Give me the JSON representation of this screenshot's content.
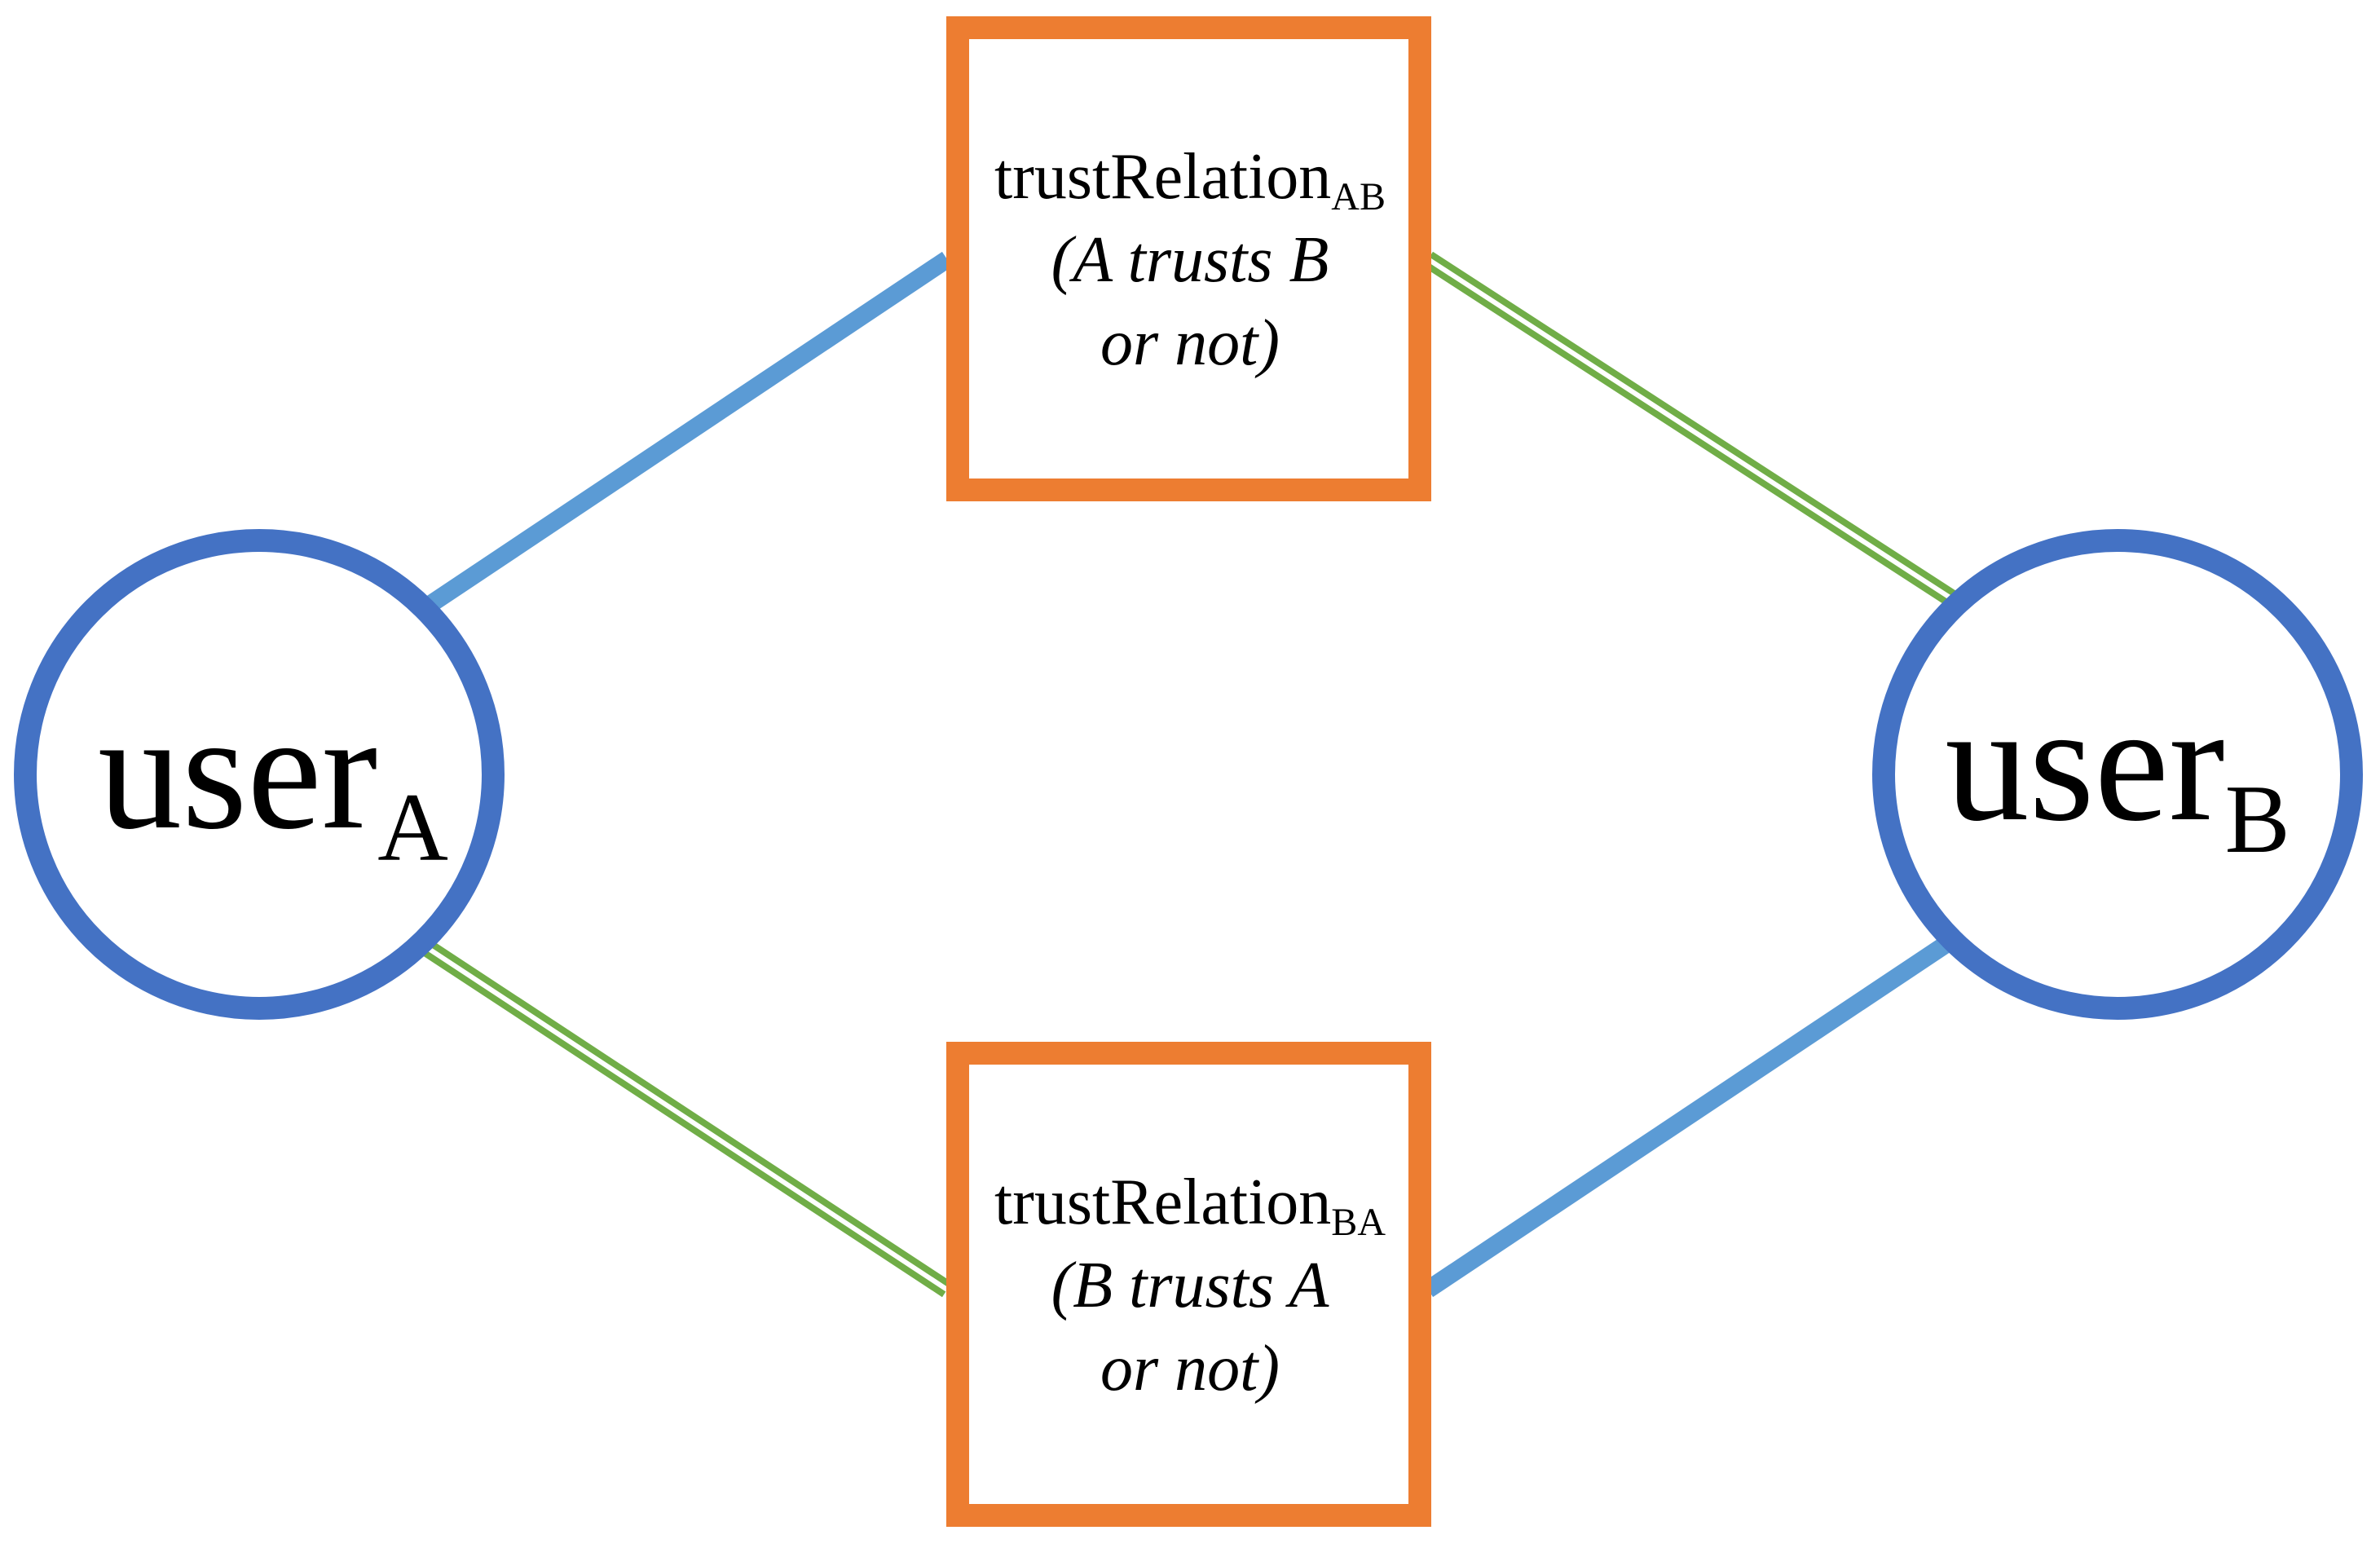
{
  "colors": {
    "user_circle": "#4472C4",
    "relation_box": "#ED7D31",
    "trusts_link": "#5B9BD5",
    "trusted_link": "#70AD47",
    "background": "#FFFFFF",
    "text": "#000000"
  },
  "users": {
    "a": {
      "name": "user",
      "sub": "A"
    },
    "b": {
      "name": "user",
      "sub": "B"
    }
  },
  "relations": {
    "ab": {
      "name": "trustRelation",
      "sub": "AB",
      "desc_line1": "(A trusts B",
      "desc_line2": "or not)"
    },
    "ba": {
      "name": "trustRelation",
      "sub": "BA",
      "desc_line1": "(B trusts A",
      "desc_line2": "or not)"
    }
  }
}
